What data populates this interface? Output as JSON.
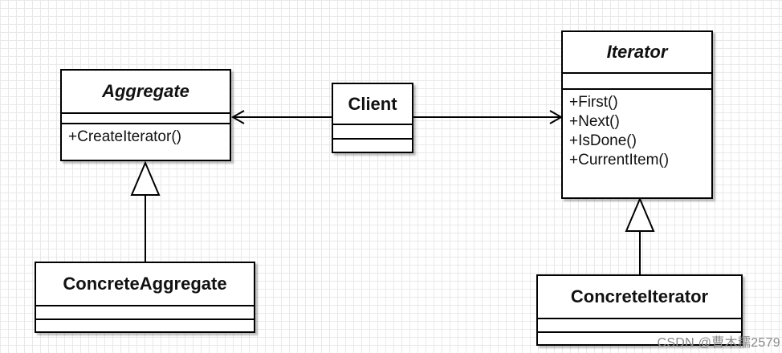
{
  "classes": {
    "aggregate": {
      "name": "Aggregate",
      "operations": [
        "+CreateIterator()"
      ]
    },
    "client": {
      "name": "Client"
    },
    "iterator": {
      "name": "Iterator",
      "operations": [
        "+First()",
        "+Next()",
        "+IsDone()",
        "+CurrentItem()"
      ]
    },
    "concrete_aggregate": {
      "name": "ConcreteAggregate"
    },
    "concrete_iterator": {
      "name": "ConcreteIterator"
    }
  },
  "relations": [
    {
      "type": "association",
      "from": "Client",
      "to": "Aggregate"
    },
    {
      "type": "association",
      "from": "Client",
      "to": "Iterator"
    },
    {
      "type": "generalization",
      "from": "ConcreteAggregate",
      "to": "Aggregate"
    },
    {
      "type": "generalization",
      "from": "ConcreteIterator",
      "to": "Iterator"
    }
  ],
  "watermark": "CSDN @曹木糯2579",
  "colors": {
    "line": "#000000",
    "grid": "#e9e9e9",
    "background": "#ffffff"
  }
}
